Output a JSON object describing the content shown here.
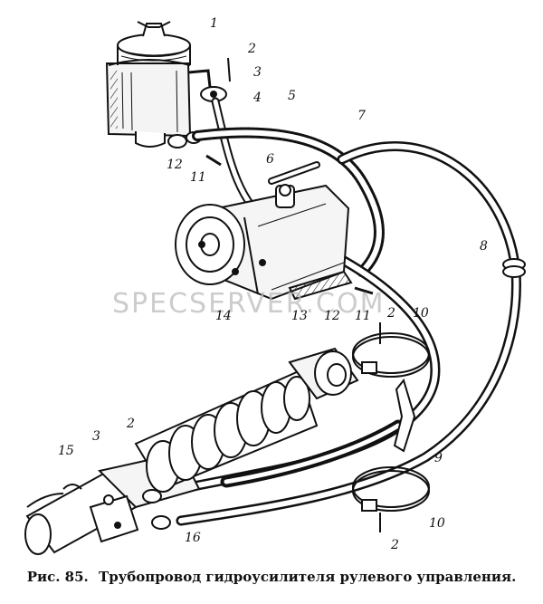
{
  "caption": {
    "figure": "Рис. 85.",
    "title": "Трубопровод  гидроусилителя рулевого управления."
  },
  "watermark": "SPECSERVER.COM",
  "callouts": [
    "1",
    "2",
    "3",
    "4",
    "5",
    "7",
    "6",
    "12",
    "11",
    "8",
    "14",
    "13",
    "12",
    "11",
    "2",
    "10",
    "3",
    "2",
    "15",
    "9",
    "16",
    "10",
    "2"
  ]
}
